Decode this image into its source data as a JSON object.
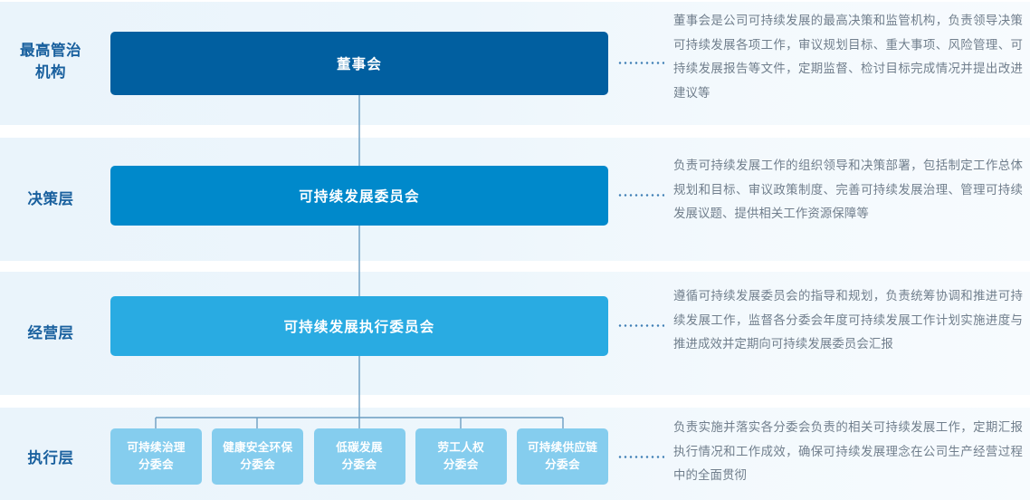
{
  "colors": {
    "band_bg": "#eaf4fb",
    "label_text": "#19609e",
    "node_top": "#015fa0",
    "node_second": "#0089cb",
    "node_third": "#29abe2",
    "node_sub": "#85cdee",
    "connector_line": "#6b9dc2",
    "leader_dot": "#3f7fb5",
    "desc_text": "#707e8c"
  },
  "rows": [
    {
      "layer_label": "最高管治\n机构",
      "layer_label_line1": "最高管治",
      "layer_label_line2": "机构",
      "node_label": "董事会",
      "description": "董事会是公司可持续发展的最高决策和监管机构，负责领导决策可持续发展各项工作，审议规划目标、重大事项、风险管理、可持续发展报告等文件，定期监督、检讨目标完成情况并提出改进建议等"
    },
    {
      "layer_label": "决策层",
      "node_label": "可持续发展委员会",
      "description": "负责可持续发展工作的组织领导和决策部署，包括制定工作总体规划和目标、审议政策制度、完善可持续发展治理、管理可持续发展议题、提供相关工作资源保障等"
    },
    {
      "layer_label": "经营层",
      "node_label": "可持续发展执行委员会",
      "description": "遵循可持续发展委员会的指导和规划，负责统筹协调和推进可持续发展工作，监督各分委会年度可持续发展工作计划实施进度与推进成效并定期向可持续发展委员会汇报"
    },
    {
      "layer_label": "执行层",
      "description": "负责实施并落实各分委会负责的相关可持续发展工作，定期汇报执行情况和工作成效，确保可持续发展理念在公司生产经营过程中的全面贯彻",
      "sub_nodes": [
        {
          "line1": "可持续治理",
          "line2": "分委会"
        },
        {
          "line1": "健康安全环保",
          "line2": "分委会"
        },
        {
          "line1": "低碳发展",
          "line2": "分委会"
        },
        {
          "line1": "劳工人权",
          "line2": "分委会"
        },
        {
          "line1": "可持续供应链",
          "line2": "分委会"
        }
      ]
    }
  ]
}
